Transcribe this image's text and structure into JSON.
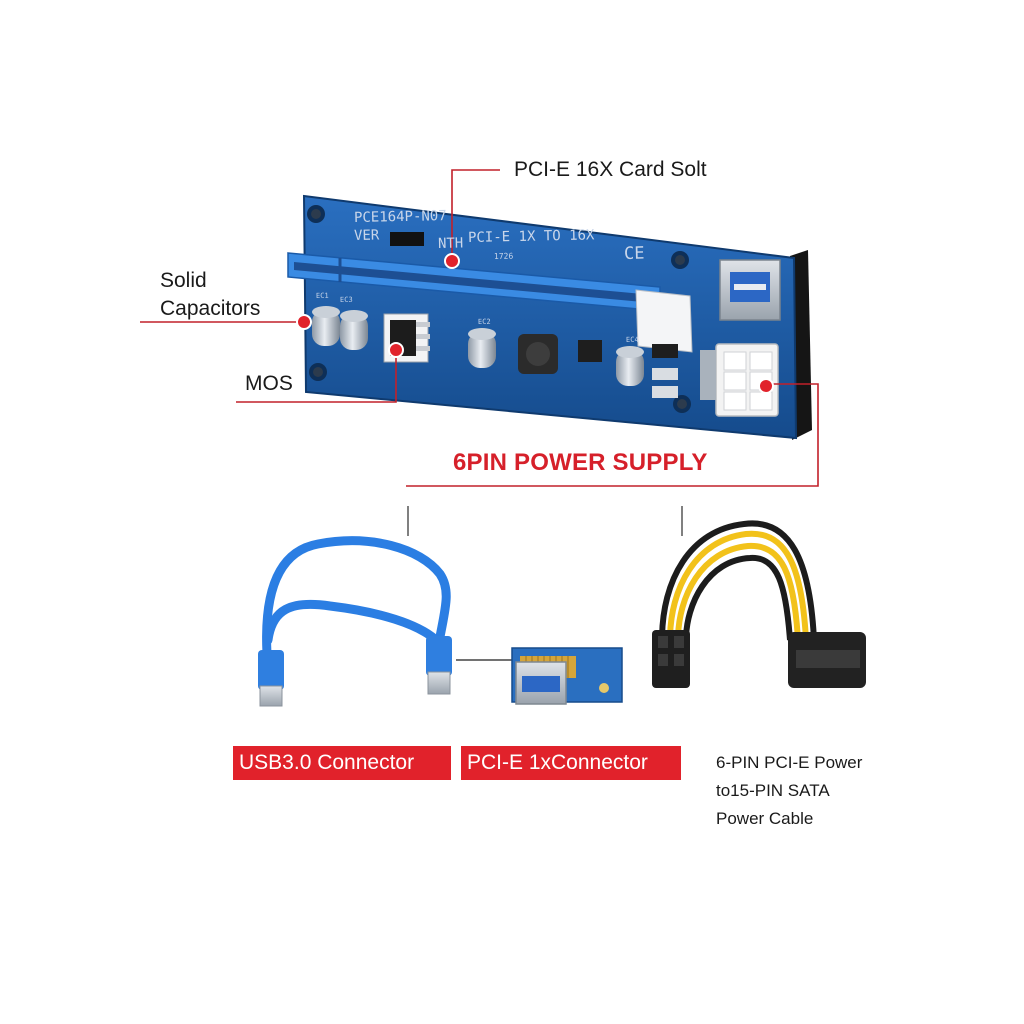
{
  "board": {
    "silk_line1": "PCE164P-N07",
    "silk_line2a": "VER",
    "silk_line2b": "NTH",
    "silk_model": "PCI-E  1X  TO  16X",
    "silk_ce": "CE",
    "silk_date": "1726",
    "silk_tags": [
      "EC1",
      "EC3",
      "EC2",
      "EC4"
    ]
  },
  "callouts": {
    "slot": "PCI-E 16X Card Solt",
    "capacitors": "Solid\nCapacitors",
    "mos": "MOS",
    "power_supply": "6PIN POWER SUPPLY"
  },
  "bottom_labels": {
    "usb": "USB3.0 Connector",
    "pcie_1x": "PCI-E 1xConnector",
    "power_cable": "6-PIN PCI-E Power\nto15-PIN SATA\nPower Cable"
  },
  "colors": {
    "accent_red": "#d6202a",
    "board_blue": "#1f5fa8",
    "slot_blue": "#2f7fd6",
    "cable_blue": "#2b7ee3",
    "wire_yellow": "#f2c21a",
    "wire_black": "#1c1c1c"
  },
  "icons": [
    "riser-board-image",
    "usb-cable-image",
    "pcie-x1-adapter-image",
    "sata-power-cable-image"
  ]
}
